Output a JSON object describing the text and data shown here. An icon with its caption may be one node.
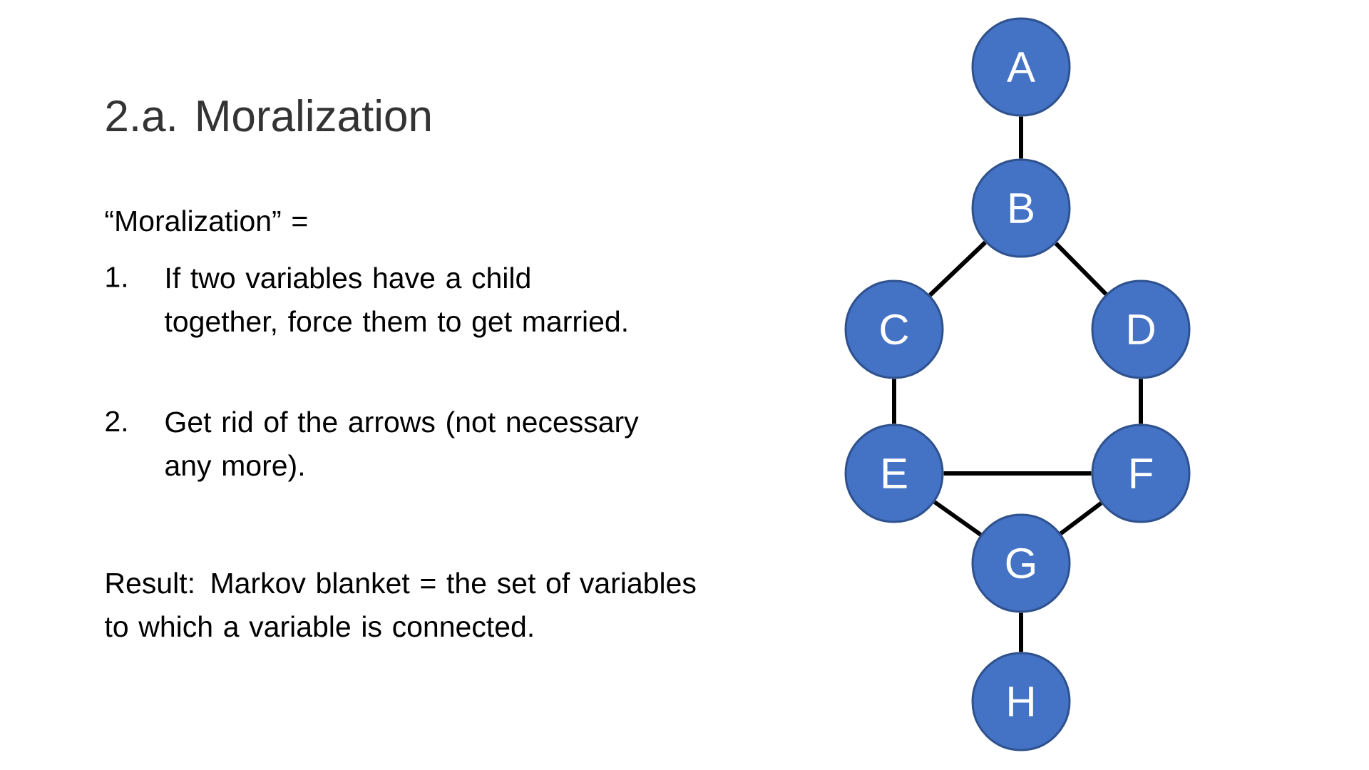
{
  "diagram": {
    "title": "2.a. Moralization",
    "nodes": [
      {
        "text": [
          "A"
        ]
      },
      {
        "text": [
          "B"
        ]
      },
      {
        "text": [
          "C"
        ]
      },
      {
        "text": [
          "D"
        ]
      },
      {
        "text": [
          "E"
        ]
      },
      {
        "text": [
          "F"
        ]
      },
      {
        "text": [
          "G"
        ]
      },
      {
        "text": [
          "H"
        ]
      }
    ],
    "edges": [
      {
        "from": 0,
        "to": 1,
        "arrow": "none"
      },
      {
        "from": 1,
        "to": 2,
        "arrow": "none"
      },
      {
        "from": 1,
        "to": 3,
        "arrow": "none"
      },
      {
        "from": 2,
        "to": 4,
        "arrow": "none"
      },
      {
        "from": 3,
        "to": 5,
        "arrow": "none"
      },
      {
        "from": 4,
        "to": 5,
        "arrow": "none"
      },
      {
        "from": 4,
        "to": 6,
        "arrow": "none"
      },
      {
        "from": 5,
        "to": 6,
        "arrow": "none"
      },
      {
        "from": 6,
        "to": 7,
        "arrow": "none"
      }
    ],
    "labels": [
      "“Moralization” =",
      "1.",
      "If two variables have a child together, force them to get married.",
      "2.",
      "Get rid of the arrows (not necessary any more).",
      "Result: Markov blanket = the set of variables to which a variable is connected."
    ]
  }
}
